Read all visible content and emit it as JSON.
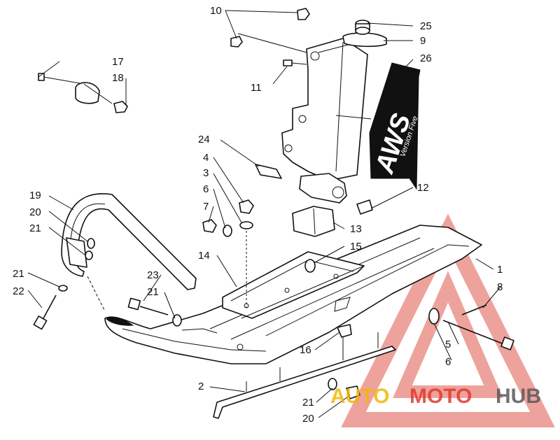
{
  "labels": {
    "l1": "1",
    "l2": "2",
    "l3": "3",
    "l4": "4",
    "l5": "5",
    "l6a": "6",
    "l6b": "6",
    "l7": "7",
    "l8": "8",
    "l9": "9",
    "l10": "10",
    "l11": "11",
    "l12": "12",
    "l13": "13",
    "l14": "14",
    "l15": "15",
    "l16": "16",
    "l17": "17",
    "l18": "18",
    "l19": "19",
    "l20a": "20",
    "l20b": "20",
    "l21a": "21",
    "l21b": "21",
    "l21c": "21",
    "l21d": "21",
    "l22": "22",
    "l23": "23",
    "l24": "24",
    "l25": "25",
    "l26": "26"
  },
  "decal": {
    "brand": "AWS",
    "subtitle": "Version Five"
  },
  "watermark": {
    "part1": "AUTO",
    "part2": "MOTO",
    "part3": "HUB",
    "color_red": "#e03a2f",
    "color_yellow": "#f2b705",
    "color_gray": "#5a5a5a"
  }
}
